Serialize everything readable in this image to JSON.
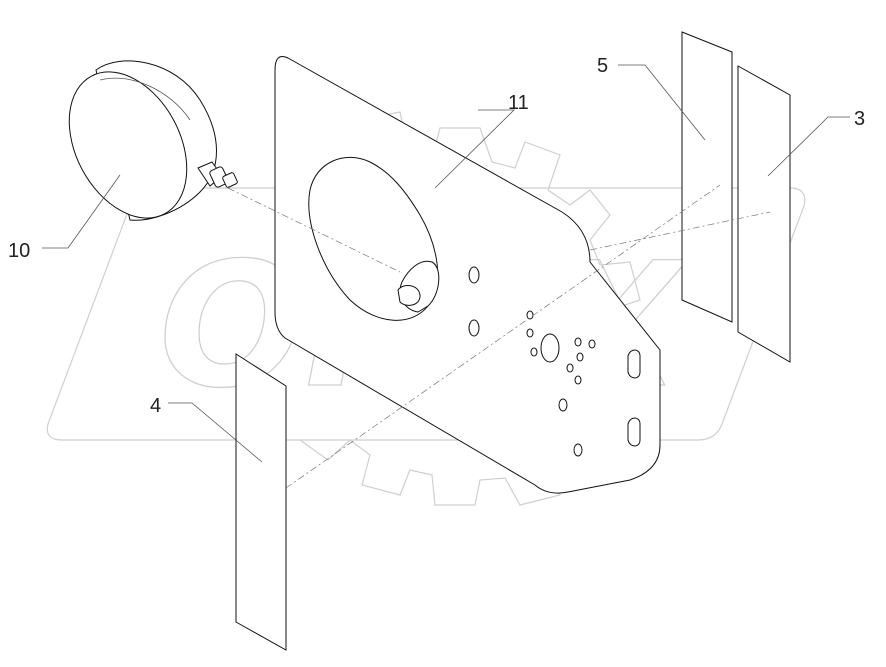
{
  "diagram": {
    "watermark": {
      "text": "OPEX"
    },
    "callouts": [
      {
        "id": "10",
        "label": "10"
      },
      {
        "id": "11",
        "label": "11"
      },
      {
        "id": "5",
        "label": "5"
      },
      {
        "id": "3",
        "label": "3"
      },
      {
        "id": "4",
        "label": "4"
      }
    ]
  },
  "colors": {
    "line": "#111111",
    "watermark": "#cfcfcf",
    "text": "#222222"
  }
}
